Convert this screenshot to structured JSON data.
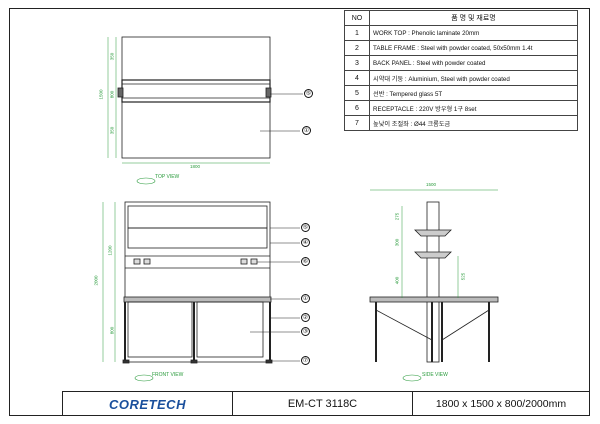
{
  "spec_table": {
    "header_no": "NO",
    "header_desc": "품 명 및 재료명",
    "rows": [
      {
        "no": "1",
        "desc": "WORK TOP : Phenolic laminate 20mm"
      },
      {
        "no": "2",
        "desc": "TABLE FRAME : Steel with powder coated, 50x50mm 1.4t"
      },
      {
        "no": "3",
        "desc": "BACK PANEL : Steel with powder coated"
      },
      {
        "no": "4",
        "desc": "시약대 기둥 : Aluminium, Steel with powder coated"
      },
      {
        "no": "5",
        "desc": "선반 : Tempered glass 5T"
      },
      {
        "no": "6",
        "desc": "RECEPTACLE : 220V 방우형 1구 8set"
      },
      {
        "no": "7",
        "desc": "높낮이 조절좌 : Ø44 크롬도금"
      }
    ]
  },
  "views": {
    "top": "TOP VIEW",
    "front": "FRONT VIEW",
    "side": "SIDE VIEW"
  },
  "dimensions": {
    "top_width": "1800",
    "top_depth": "1500",
    "top_seg1": "350",
    "top_seg2": "800",
    "top_seg3": "350",
    "front_height_total": "2000",
    "front_upper": "1200",
    "front_lower": "800",
    "side_width": "1500",
    "side_a": "275",
    "side_b": "300",
    "side_c": "400",
    "side_d": "525"
  },
  "callouts": [
    "①",
    "②",
    "③",
    "④",
    "⑤",
    "⑥",
    "⑦"
  ],
  "title_block": {
    "logo": "CORETECH",
    "model": "EM-CT 3118C",
    "size": "1800 x 1500 x 800/2000mm"
  },
  "colors": {
    "dimension": "#2a9b3c",
    "logo": "#1a4f9c"
  }
}
